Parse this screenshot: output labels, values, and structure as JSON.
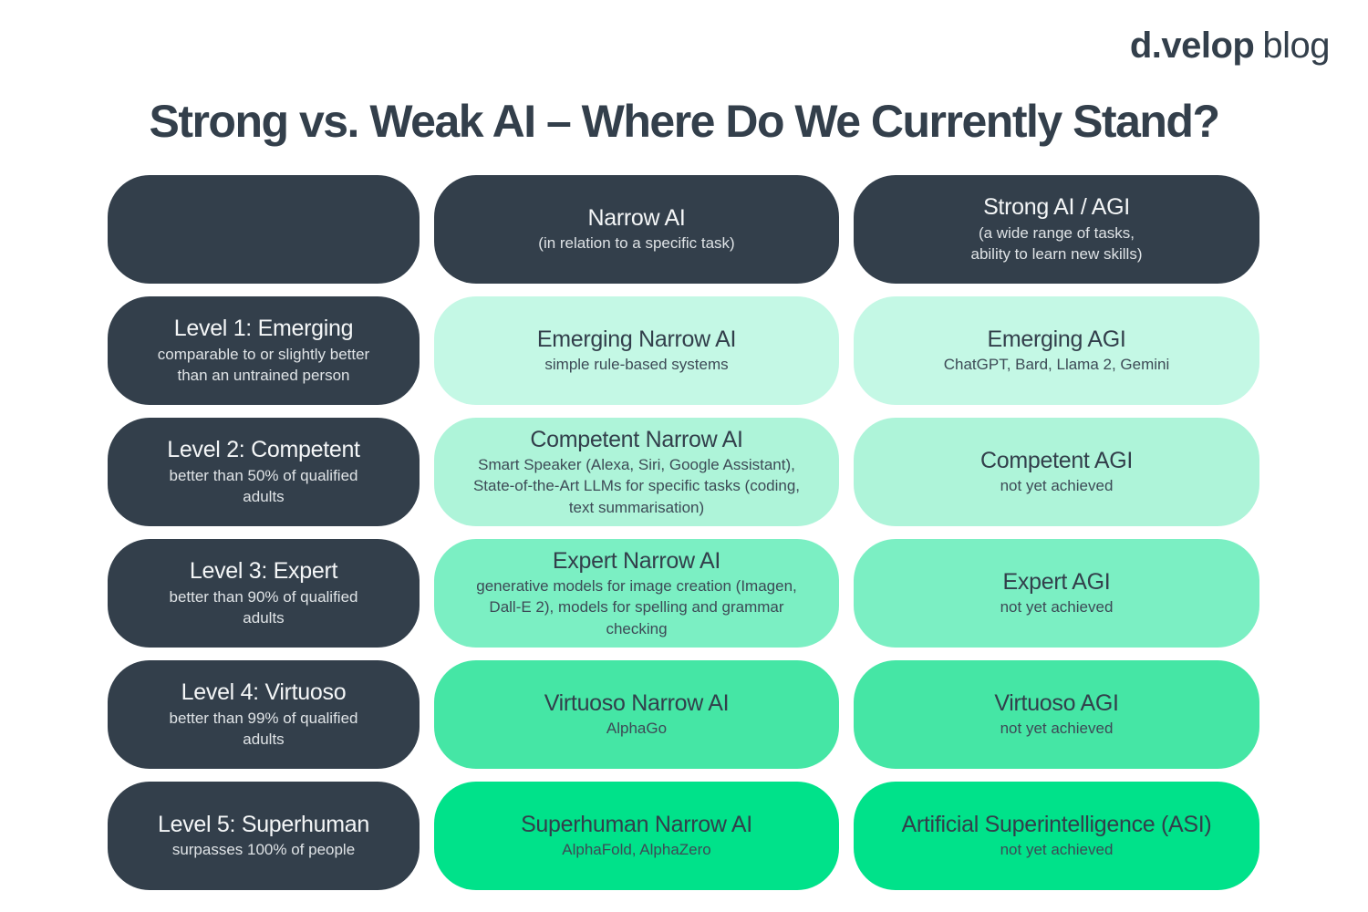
{
  "logo": {
    "brand": "d.velop",
    "suffix": "blog"
  },
  "title": "Strong vs. Weak AI – Where Do We Currently Stand?",
  "colors": {
    "ink": "#333f4b",
    "dark_pill": "#333f4b",
    "text_on_dark_title": "#f4f6f7",
    "text_on_dark_subtitle": "#dfe3e6",
    "text_on_green": "#323f4b",
    "row_greens": [
      "#c4f8e5",
      "#aef4d9",
      "#7befc3",
      "#45e6a5",
      "#00e28a"
    ]
  },
  "header_row": {
    "narrow": {
      "title": "Narrow AI",
      "subtitle": "(in relation to a specific task)"
    },
    "strong": {
      "title": "Strong AI / AGI",
      "subtitle": "(a wide range of tasks,\nability to learn new skills)"
    }
  },
  "levels": [
    {
      "color": "#c4f8e5",
      "name": {
        "title": "Level 1: Emerging",
        "subtitle": "comparable to or slightly better\nthan an untrained person"
      },
      "narrow": {
        "title": "Emerging Narrow AI",
        "subtitle": "simple rule-based systems"
      },
      "agi": {
        "title": "Emerging AGI",
        "subtitle": "ChatGPT, Bard, Llama 2, Gemini"
      }
    },
    {
      "color": "#aef4d9",
      "name": {
        "title": "Level 2: Competent",
        "subtitle": "better than 50% of qualified\nadults"
      },
      "narrow": {
        "title": "Competent Narrow AI",
        "subtitle": "Smart Speaker (Alexa, Siri, Google Assistant),\nState-of-the-Art LLMs for specific tasks (coding,\ntext summarisation)"
      },
      "agi": {
        "title": "Competent AGI",
        "subtitle": "not yet achieved"
      }
    },
    {
      "color": "#7befc3",
      "name": {
        "title": "Level 3: Expert",
        "subtitle": "better than 90% of qualified\nadults"
      },
      "narrow": {
        "title": "Expert Narrow AI",
        "subtitle": "generative models for image creation (Imagen,\nDall-E 2), models for spelling and grammar\nchecking"
      },
      "agi": {
        "title": "Expert AGI",
        "subtitle": "not yet achieved"
      }
    },
    {
      "color": "#45e6a5",
      "name": {
        "title": "Level 4: Virtuoso",
        "subtitle": "better than 99% of qualified\nadults"
      },
      "narrow": {
        "title": "Virtuoso Narrow AI",
        "subtitle": "AlphaGo"
      },
      "agi": {
        "title": "Virtuoso AGI",
        "subtitle": "not yet achieved"
      }
    },
    {
      "color": "#00e28a",
      "name": {
        "title": "Level 5: Superhuman",
        "subtitle": "surpasses 100% of people"
      },
      "narrow": {
        "title": "Superhuman Narrow AI",
        "subtitle": "AlphaFold, AlphaZero"
      },
      "agi": {
        "title": "Artificial Superintelligence (ASI)",
        "subtitle": "not yet achieved"
      }
    }
  ]
}
